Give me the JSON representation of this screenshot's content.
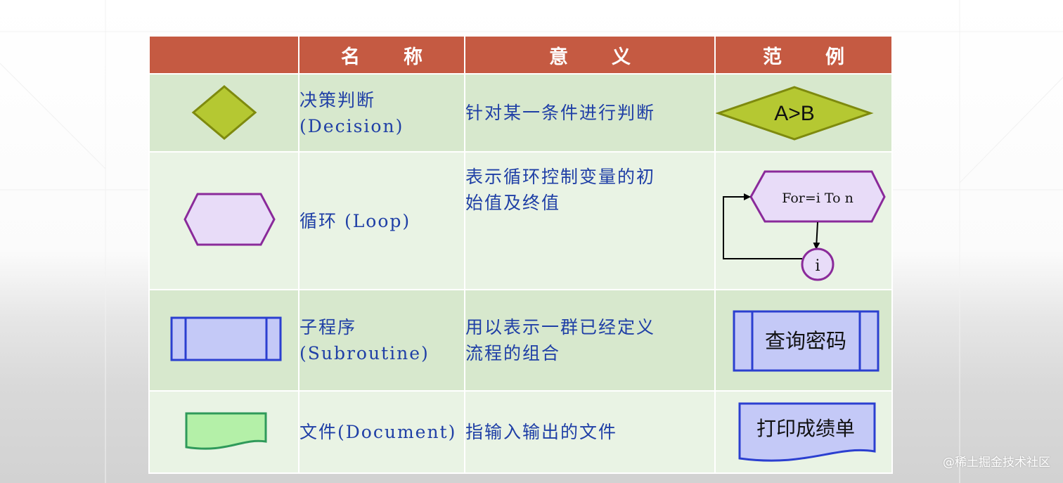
{
  "header": {
    "col_name": [
      "名",
      "称"
    ],
    "col_meaning": [
      "意",
      "义"
    ],
    "col_example": [
      "范",
      "例"
    ]
  },
  "rows": [
    {
      "name": [
        "决策判断",
        "(Decision)"
      ],
      "meaning": [
        "针对某一条件进行判断"
      ],
      "example_text": "A>B",
      "shape_icon": "diamond-icon",
      "color": "#b5c832"
    },
    {
      "name": [
        "循环 (Loop)"
      ],
      "meaning": [
        "表示循环控制变量的初",
        "始值及终值"
      ],
      "example_text": "For=i To n",
      "example_node": "i",
      "shape_icon": "hexagon-icon",
      "color": "#e8dcf8"
    },
    {
      "name": [
        "子程序",
        "(Subroutine)"
      ],
      "meaning": [
        "用以表示一群已经定义",
        "流程的组合"
      ],
      "example_text": "查询密码",
      "shape_icon": "subroutine-box-icon",
      "color": "#c4c9f7"
    },
    {
      "name": [
        "文件(Document)"
      ],
      "meaning": [
        "指输入输出的文件"
      ],
      "example_text": "打印成绩单",
      "shape_icon": "document-icon",
      "color": "#b4f0a8"
    }
  ],
  "watermark": "@稀土掘金技术社区"
}
